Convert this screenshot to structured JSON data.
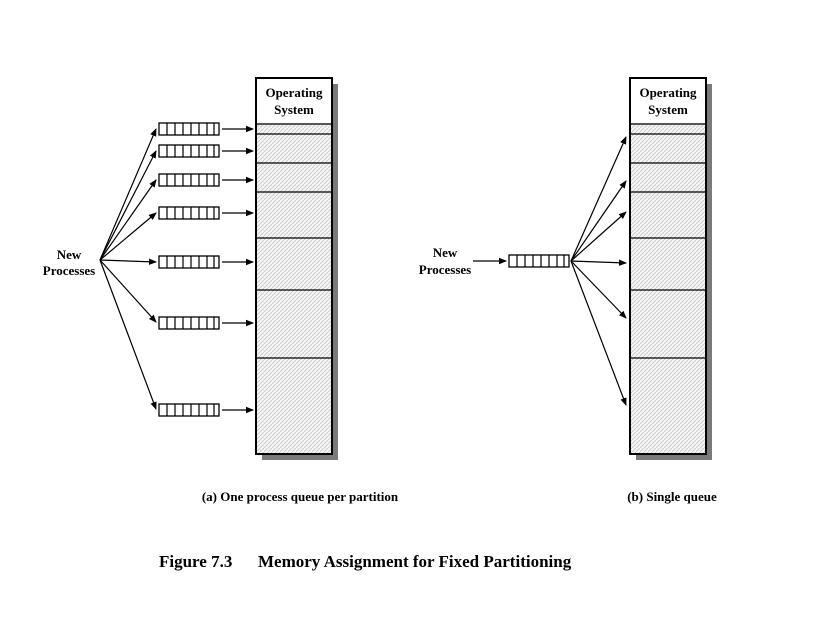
{
  "diagram_a": {
    "os_label_line1": "Operating",
    "os_label_line2": "System",
    "new_processes_line1": "New",
    "new_processes_line2": "Processes",
    "caption": "(a) One process queue per partition"
  },
  "diagram_b": {
    "os_label_line1": "Operating",
    "os_label_line2": "System",
    "new_processes_line1": "New",
    "new_processes_line2": "Processes",
    "caption": "(b) Single queue"
  },
  "figure": {
    "number": "Figure 7.3",
    "title": "Memory Assignment for Fixed Partitioning"
  }
}
